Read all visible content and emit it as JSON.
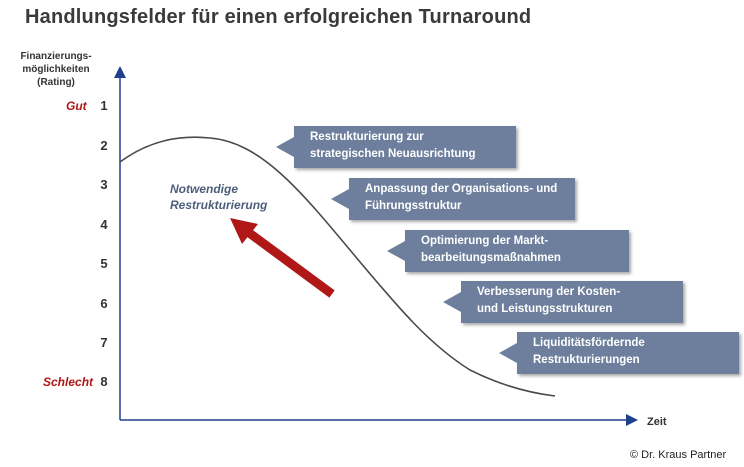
{
  "title": "Handlungsfelder für einen erfolgreichen Turnaround",
  "y_axis": {
    "label_lines": [
      "Finanzierungs-",
      "möglichkeiten",
      "(Rating)"
    ],
    "ticks": [
      "1",
      "2",
      "3",
      "4",
      "5",
      "6",
      "7",
      "8"
    ],
    "top_label": "Gut",
    "bottom_label": "Schlecht"
  },
  "x_axis": {
    "label": "Zeit"
  },
  "curve_note": {
    "line1": "Notwendige",
    "line2": "Restrukturierung"
  },
  "boxes": [
    {
      "line1": "Restrukturierung zur",
      "line2": "strategischen Neuausrichtung"
    },
    {
      "line1": "Anpassung der Organisations- und",
      "line2": "Führungsstruktur"
    },
    {
      "line1": "Optimierung der Markt-",
      "line2": "bearbeitungsmaßnahmen"
    },
    {
      "line1": "Verbesserung der Kosten-",
      "line2": "und Leistungsstrukturen"
    },
    {
      "line1": "Liquiditätsfördernde",
      "line2": "Restrukturierungen"
    }
  ],
  "credit": "© Dr. Kraus Partner",
  "colors": {
    "axis": "#1f3f8f",
    "box": "#6d7f9c",
    "arrow": "#b01818",
    "accent_text": "#b01818"
  }
}
